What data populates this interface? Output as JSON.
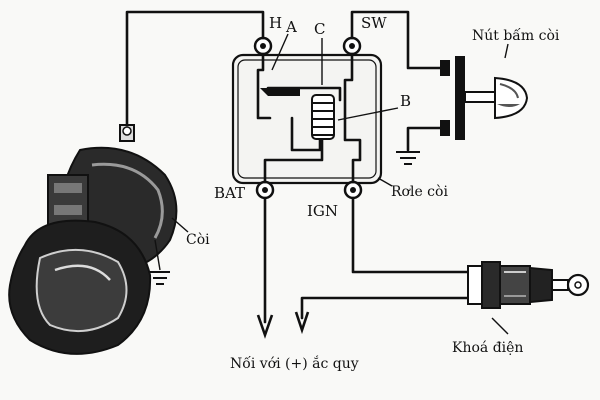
{
  "labels": {
    "h": "H",
    "a": "A",
    "c": "C",
    "sw": "SW",
    "b": "B",
    "bat": "BAT",
    "ign": "IGN",
    "relay": "Rơle còi",
    "horn": "Còi",
    "button": "Nút bấm còi",
    "ignition_key": "Khoá điện",
    "battery": "Nối với (+) ắc quy"
  },
  "colors": {
    "ink": "#111111",
    "paper": "#f9f9f7"
  },
  "icons": {
    "horn": "horn-icon",
    "relay": "relay-box",
    "button": "push-button-icon",
    "key": "ignition-key-icon",
    "ground": "ground-icon"
  }
}
